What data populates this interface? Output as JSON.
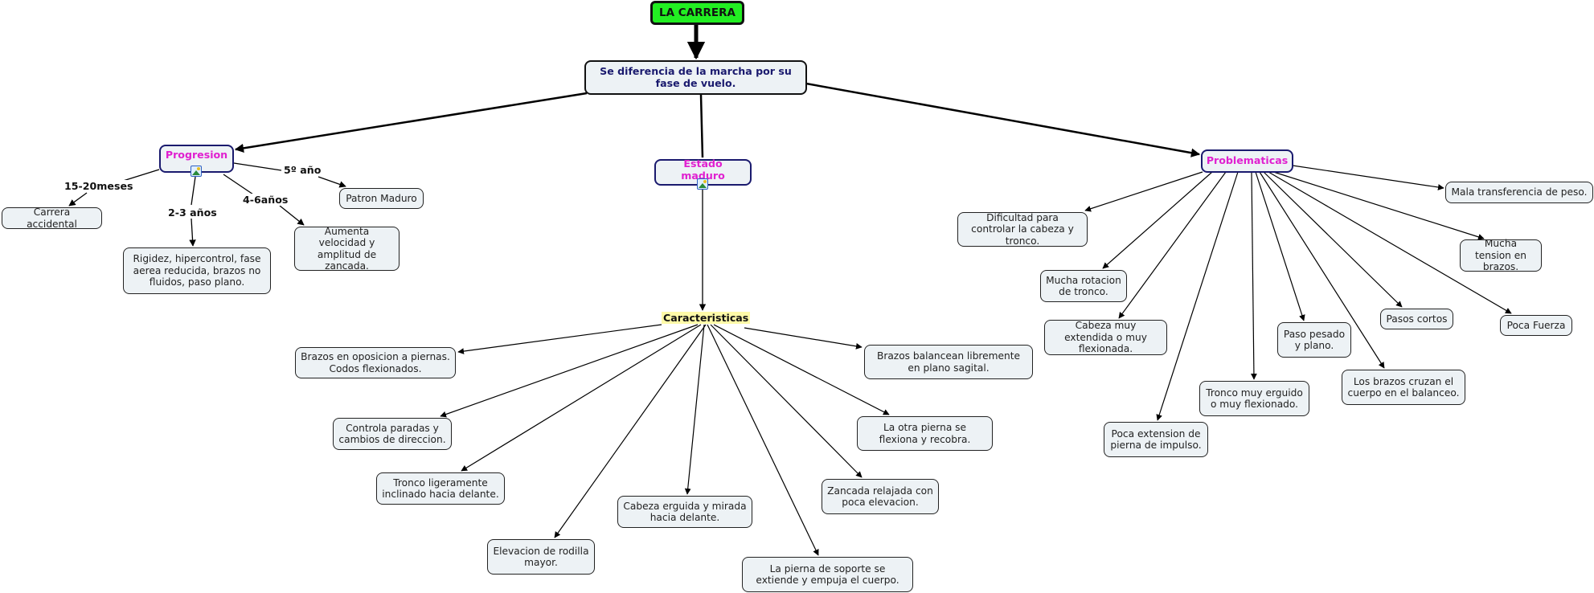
{
  "title": "LA CARRERA",
  "main_concept": "Se diferencia de la marcha por su fase de vuelo.",
  "categories": {
    "progresion": "Progresion",
    "estado_maduro": "Estado maduro",
    "problematicas": "Problematicas"
  },
  "progresion": {
    "links": [
      {
        "label": "15-20meses",
        "target": "Carrera accidental"
      },
      {
        "label": "2-3 años",
        "target": "Rigidez, hipercontrol, fase aerea reducida, brazos no fluidos, paso plano."
      },
      {
        "label": "4-6años",
        "target": "Aumenta velocidad y amplitud de zancada."
      },
      {
        "label": "5º año",
        "target": "Patron Maduro"
      }
    ]
  },
  "estado_maduro": {
    "sub_label": "Caracteristicas",
    "items": [
      "Brazos en oposicion a piernas. Codos flexionados.",
      "Controla paradas y cambios de direccion.",
      "Tronco ligeramente inclinado hacia delante.",
      "Elevacion de rodilla mayor.",
      "Cabeza erguida y mirada hacia delante.",
      "La pierna de soporte se extiende y empuja el cuerpo.",
      "Zancada relajada con poca elevacion.",
      "La otra pierna se flexiona y recobra.",
      "Brazos balancean libremente en plano sagital."
    ]
  },
  "problematicas": {
    "items": [
      "Dificultad para controlar la cabeza y tronco.",
      "Mucha rotacion de tronco.",
      "Cabeza muy extendida o muy flexionada.",
      "Poca extension de pierna de impulso.",
      "Tronco muy erguido o muy flexionado.",
      "Paso pesado y plano.",
      "Los brazos cruzan el cuerpo en el balanceo.",
      "Pasos cortos",
      "Poca Fuerza",
      "Mucha tension en brazos.",
      "Mala transferencia de peso."
    ]
  },
  "colors": {
    "root_fill": "#22ee22",
    "node_fill": "#edf2f5",
    "category_text": "#e020d0",
    "category_border": "#1a1a6e",
    "main_text": "#1a1a6e",
    "highlight": "#fffaa8"
  }
}
